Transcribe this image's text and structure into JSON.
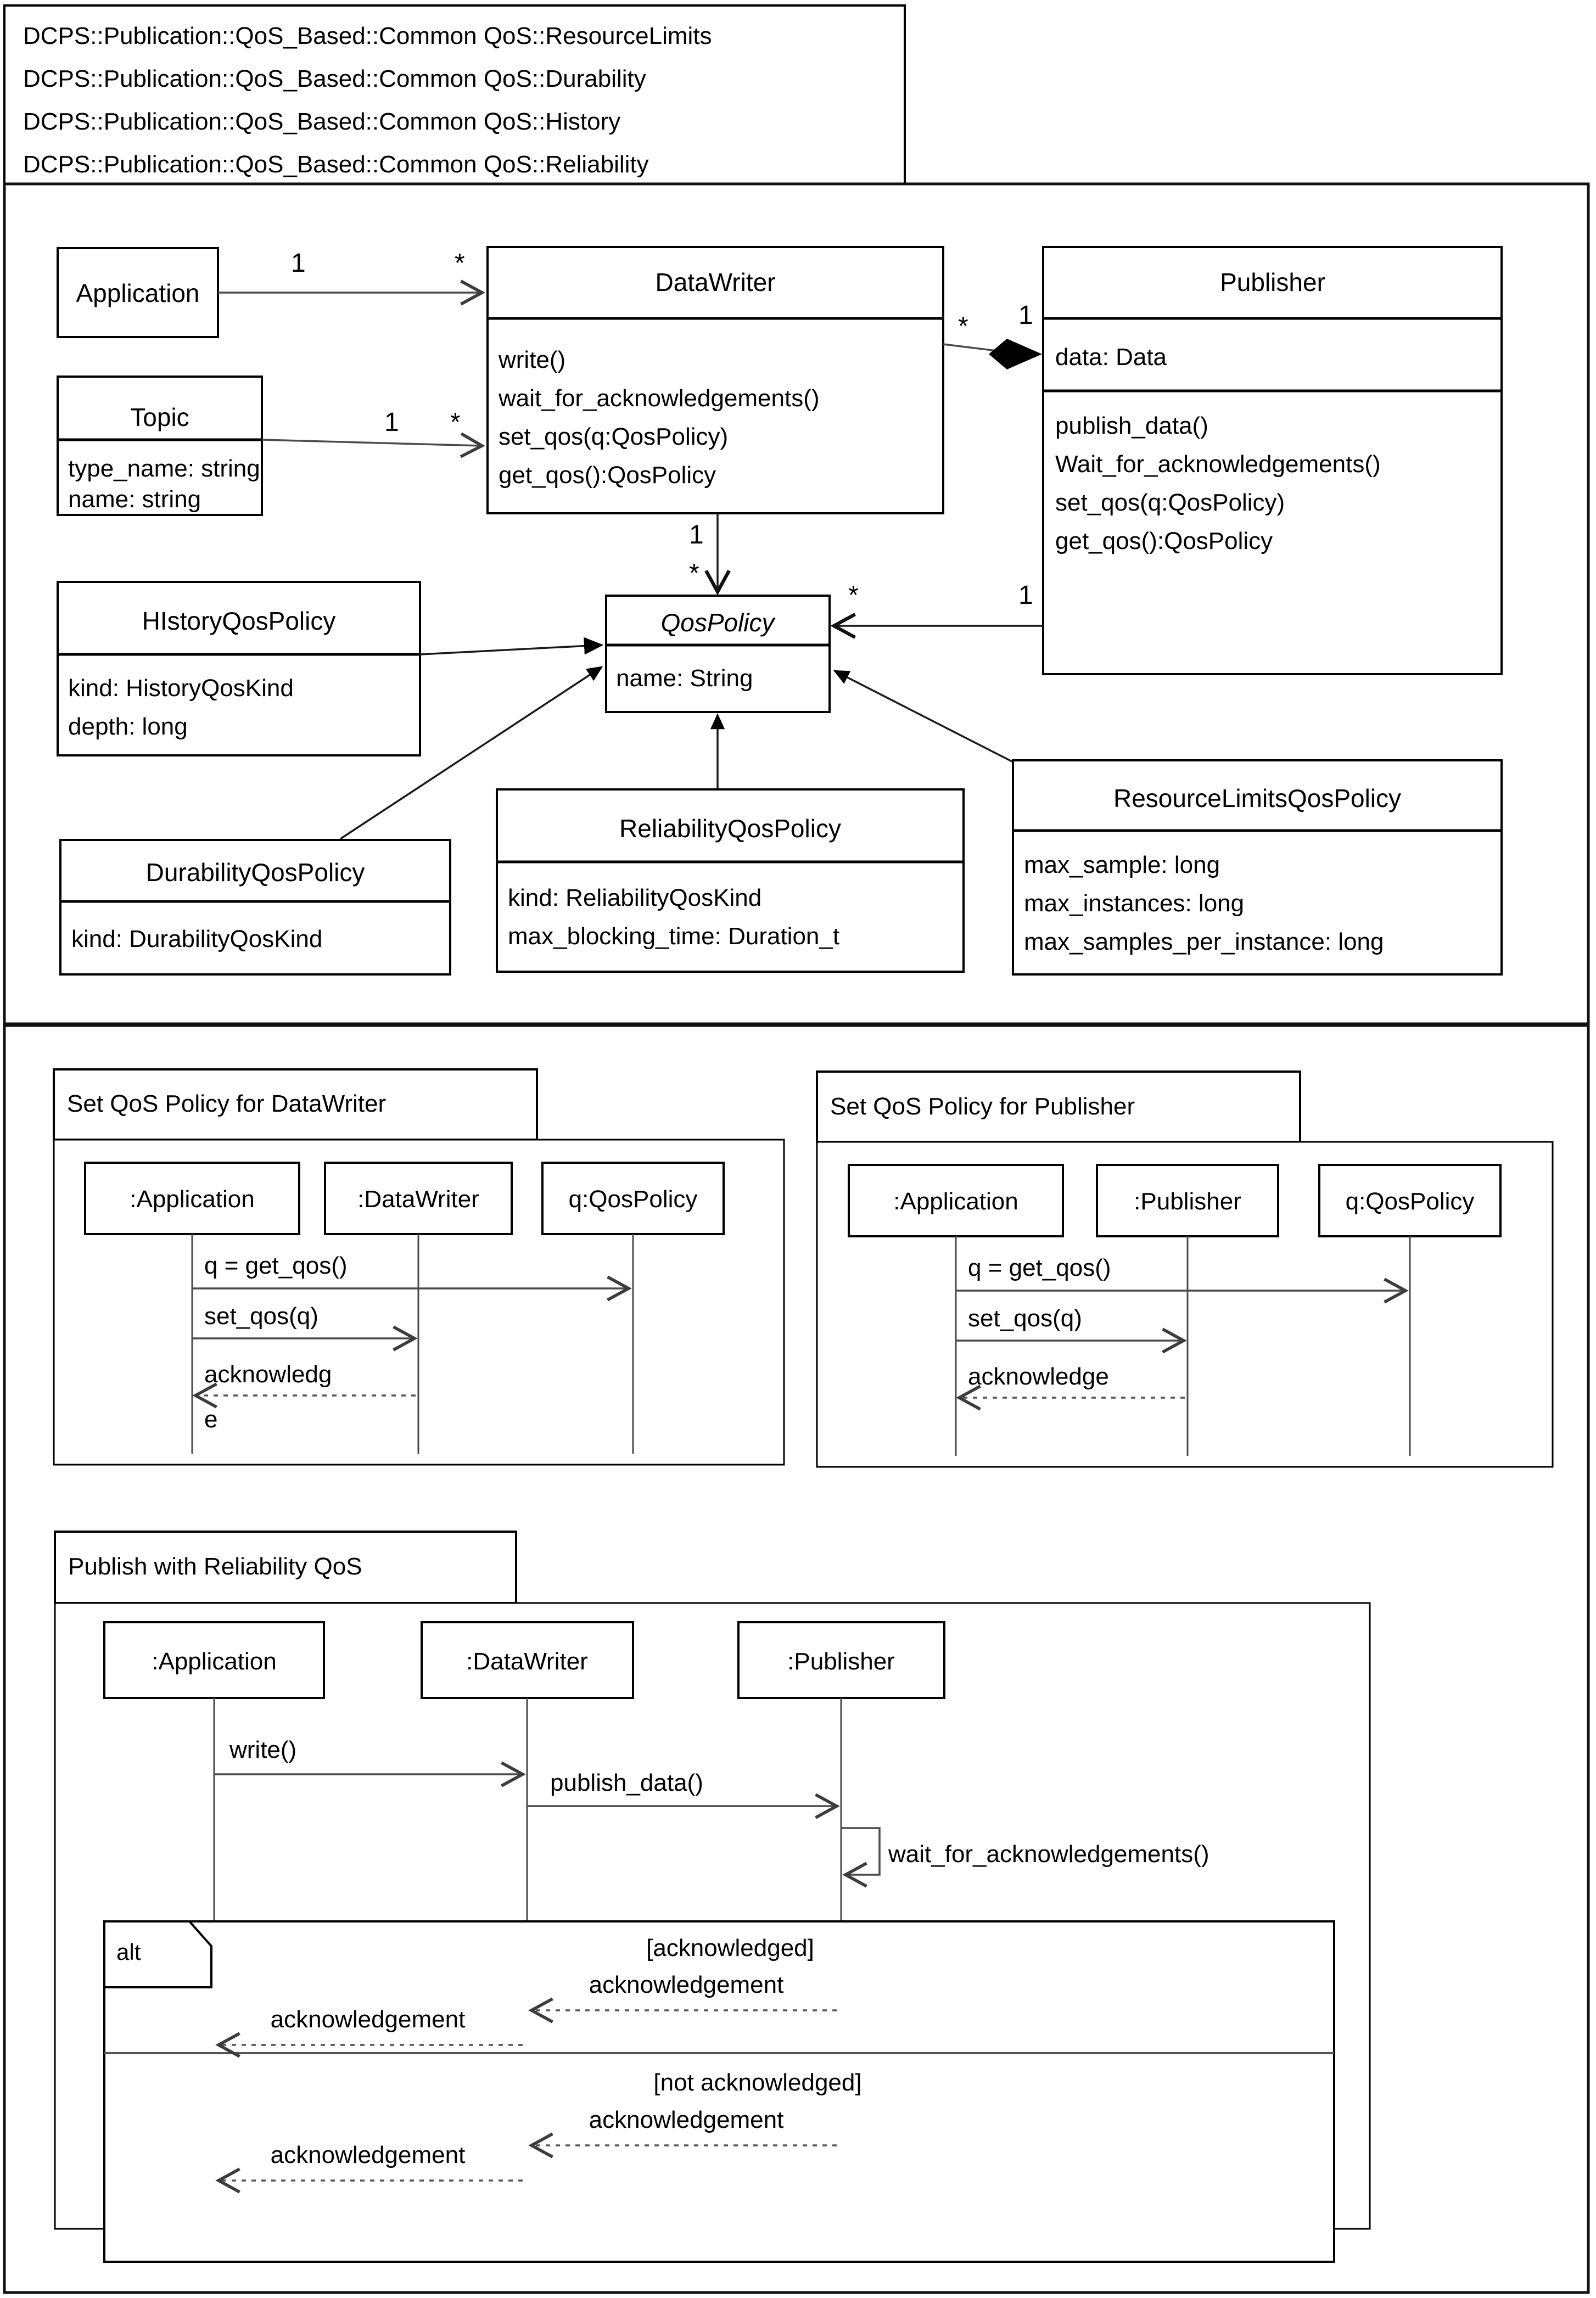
{
  "namespace_header": {
    "lines": [
      "DCPS::Publication::QoS_Based::Common QoS::ResourceLimits",
      "DCPS::Publication::QoS_Based::Common QoS::Durability",
      "DCPS::Publication::QoS_Based::Common QoS::History",
      "DCPS::Publication::QoS_Based::Common QoS::Reliability"
    ]
  },
  "class_diagram": {
    "classes": [
      {
        "id": "application",
        "name": "Application",
        "attributes": [],
        "operations": []
      },
      {
        "id": "topic",
        "name": "Topic",
        "attributes": [
          "type_name: string",
          "name: string"
        ],
        "operations": []
      },
      {
        "id": "datawriter",
        "name": "DataWriter",
        "attributes": [],
        "operations": [
          "write()",
          "wait_for_acknowledgements()",
          "set_qos(q:QosPolicy)",
          "get_qos():QosPolicy"
        ]
      },
      {
        "id": "publisher",
        "name": "Publisher",
        "attributes": [
          "data: Data"
        ],
        "operations": [
          "publish_data()",
          "Wait_for_acknowledgements()",
          "set_qos(q:QosPolicy)",
          "get_qos():QosPolicy"
        ]
      },
      {
        "id": "qospolicy",
        "name": "QosPolicy",
        "abstract": true,
        "attributes": [
          "name: String"
        ],
        "operations": []
      },
      {
        "id": "historyqospolicy",
        "name": "HIstoryQosPolicy",
        "attributes": [
          "kind: HistoryQosKind",
          "depth: long"
        ],
        "operations": []
      },
      {
        "id": "durabilityqospolicy",
        "name": "DurabilityQosPolicy",
        "attributes": [
          "kind: DurabilityQosKind"
        ],
        "operations": []
      },
      {
        "id": "reliabilityqospolicy",
        "name": "ReliabilityQosPolicy",
        "attributes": [
          "kind: ReliabilityQosKind",
          "max_blocking_time: Duration_t"
        ],
        "operations": []
      },
      {
        "id": "resourcelimitsqospolicy",
        "name": "ResourceLimitsQosPolicy",
        "attributes": [
          "max_sample: long",
          "max_instances: long",
          "max_samples_per_instance: long"
        ],
        "operations": []
      }
    ],
    "multiplicities": {
      "application_to_datawriter_source": "1",
      "application_to_datawriter_target": "*",
      "topic_to_datawriter_source": "1",
      "topic_to_datawriter_target": "*",
      "datawriter_to_publisher_source": "*",
      "datawriter_to_publisher_target": "1",
      "datawriter_to_qospolicy_source": "1",
      "datawriter_to_qospolicy_target": "*",
      "qospolicy_to_publisher_source": "*",
      "qospolicy_to_publisher_target": "1"
    }
  },
  "sequence_diagrams": [
    {
      "id": "set-qos-datawriter",
      "title": "Set QoS Policy for DataWriter",
      "lifelines": [
        ":Application",
        ":DataWriter",
        "q:QosPolicy"
      ],
      "messages": [
        {
          "label": "q = get_qos()",
          "from": 0,
          "to": 2,
          "style": "solid"
        },
        {
          "label": "set_qos(q)",
          "from": 0,
          "to": 1,
          "style": "solid"
        },
        {
          "label": "acknowledge",
          "label2": "",
          "from": 1,
          "to": 0,
          "style": "dashed"
        }
      ],
      "ack_label_line1": "acknowledg",
      "ack_label_line2": "e"
    },
    {
      "id": "set-qos-publisher",
      "title": "Set QoS Policy for Publisher",
      "lifelines": [
        ":Application",
        ":Publisher",
        "q:QosPolicy"
      ],
      "messages": [
        {
          "label": "q = get_qos()",
          "from": 0,
          "to": 2,
          "style": "solid"
        },
        {
          "label": "set_qos(q)",
          "from": 0,
          "to": 1,
          "style": "solid"
        },
        {
          "label": "acknowledge",
          "from": 1,
          "to": 0,
          "style": "dashed"
        }
      ]
    },
    {
      "id": "publish-reliability",
      "title": "Publish with Reliability QoS",
      "lifelines": [
        ":Application",
        ":DataWriter",
        ":Publisher"
      ],
      "messages": [
        {
          "label": "write()",
          "from": 0,
          "to": 1,
          "style": "solid"
        },
        {
          "label": "publish_data()",
          "from": 1,
          "to": 2,
          "style": "solid"
        },
        {
          "label": "wait_for_acknowledgements()",
          "from": 2,
          "to": 2,
          "style": "self"
        }
      ],
      "fragment": {
        "operator": "alt",
        "sections": [
          {
            "guard": "[acknowledged]",
            "messages": [
              {
                "label": "acknowledgement",
                "from": 2,
                "to": 1,
                "style": "dashed"
              },
              {
                "label": "acknowledgement",
                "from": 1,
                "to": 0,
                "style": "dashed"
              }
            ]
          },
          {
            "guard": "[not acknowledged]",
            "messages": [
              {
                "label": "acknowledgement",
                "from": 2,
                "to": 1,
                "style": "dashed"
              },
              {
                "label": "acknowledgement",
                "from": 1,
                "to": 0,
                "style": "dashed"
              }
            ]
          }
        ]
      }
    }
  ],
  "colors": {
    "stroke": "#000000",
    "background": "#ffffff",
    "connector": "#4c4c4c"
  }
}
